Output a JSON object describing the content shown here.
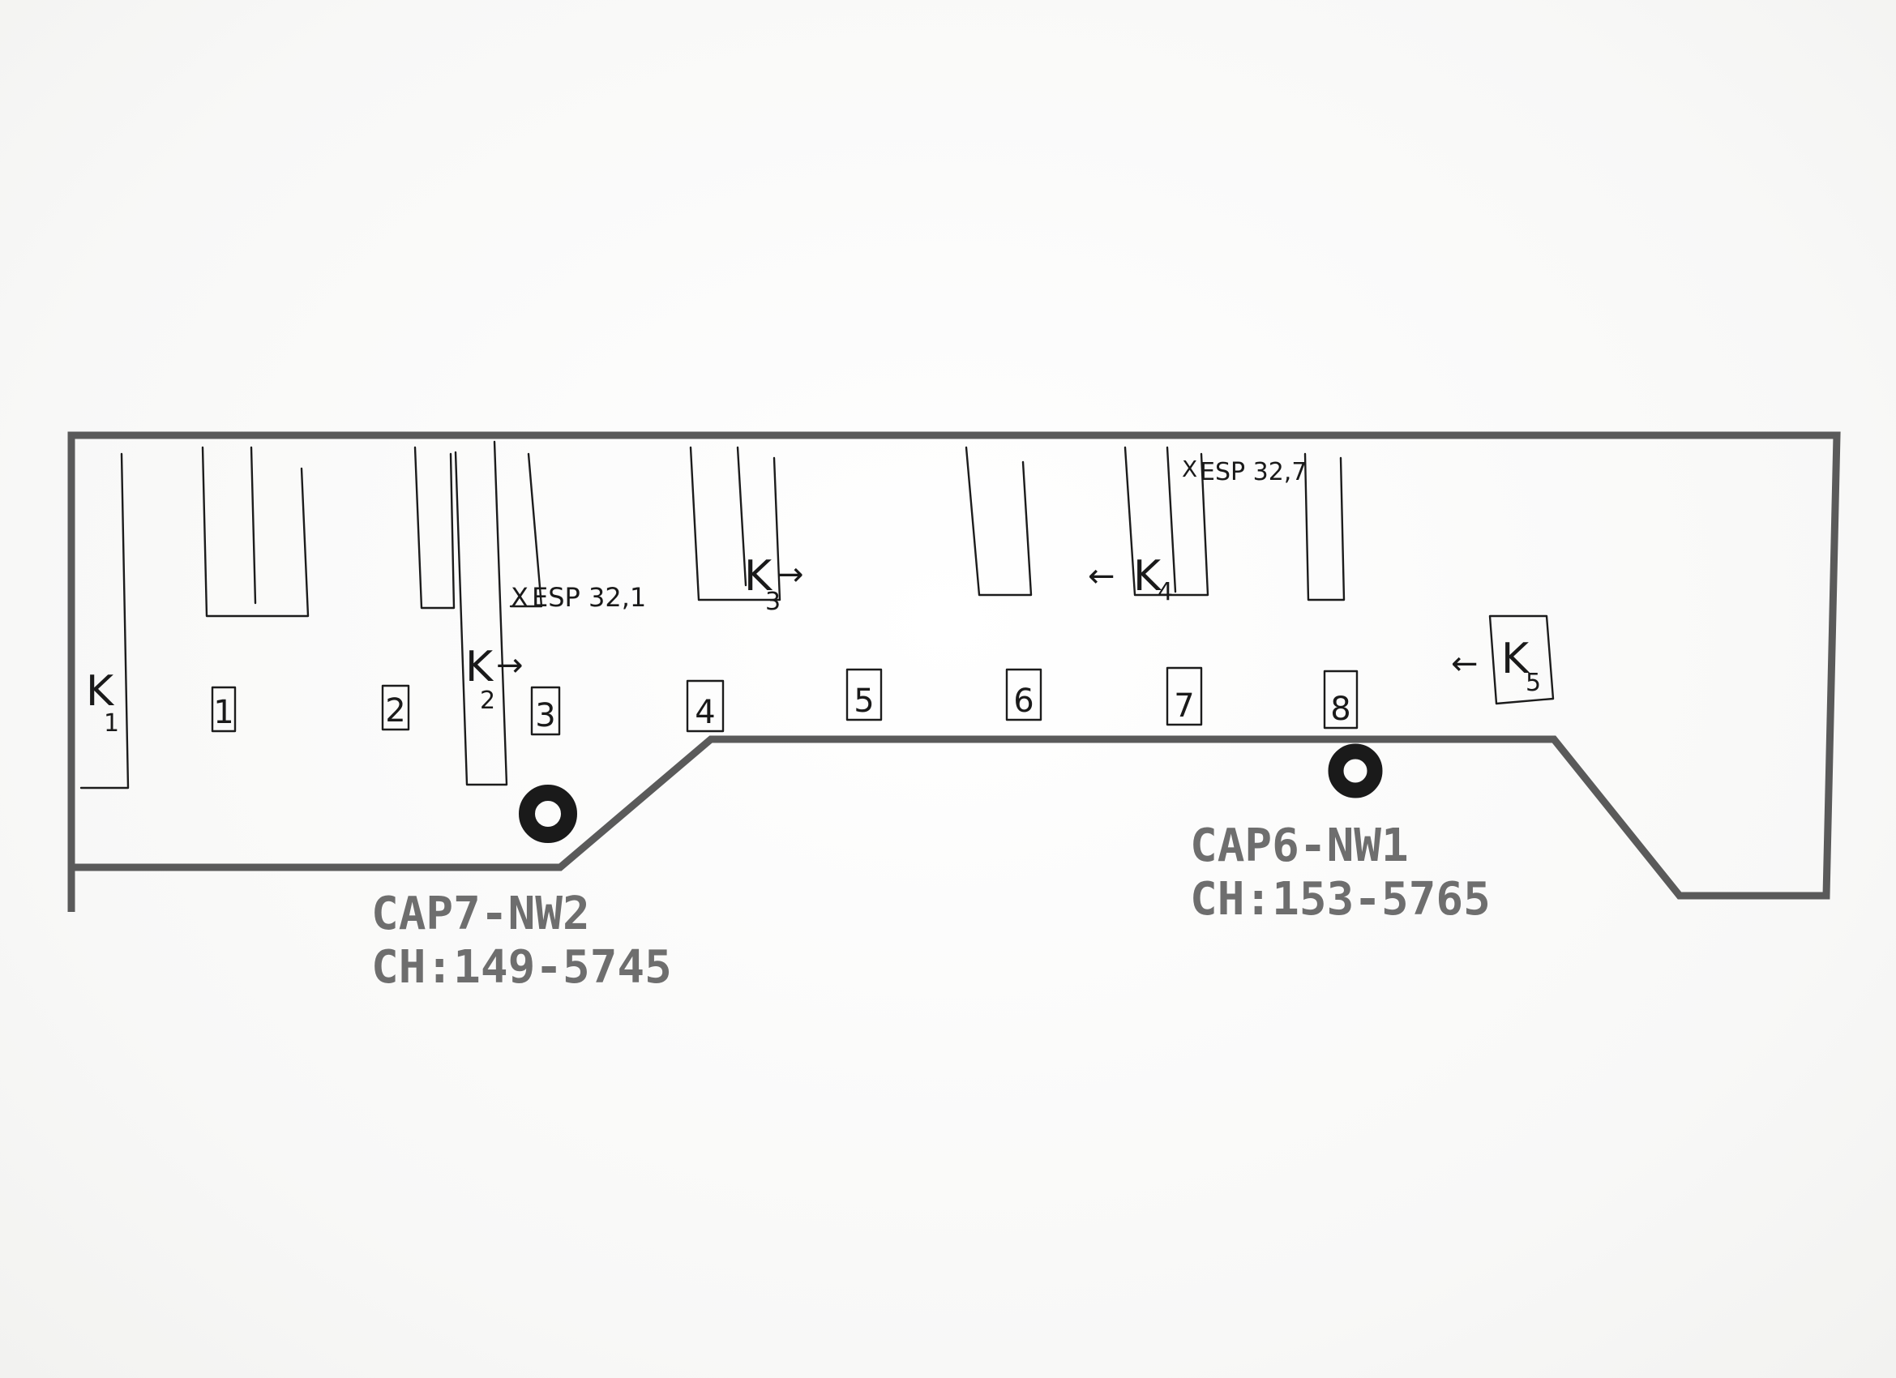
{
  "access_points": [
    {
      "id": "cap7",
      "name": "CAP7-NW2",
      "channel": "CH:149-5745"
    },
    {
      "id": "cap6",
      "name": "CAP6-NW1",
      "channel": "CH:153-5765"
    }
  ],
  "room_numbers": [
    "1",
    "2",
    "3",
    "4",
    "5",
    "6",
    "7",
    "8"
  ],
  "k_labels": {
    "k1": {
      "letter": "K",
      "sub": "1"
    },
    "k2": {
      "letter": "K",
      "sub": "2"
    },
    "k3": {
      "letter": "K",
      "sub": "3"
    },
    "k4": {
      "letter": "K",
      "sub": "4"
    },
    "k5": {
      "letter": "K",
      "sub": "5"
    }
  },
  "esp_labels": {
    "esp1": "ESP 32,1",
    "esp7": "ESP 32,7"
  },
  "marks": {
    "x": "X",
    "arrow_right": "→",
    "arrow_left": "←"
  },
  "colors": {
    "wall": "#5a5a5a",
    "ink": "#1c1c1c",
    "printed_text": "#6e6e6e",
    "paper": "#fbfbfa"
  }
}
